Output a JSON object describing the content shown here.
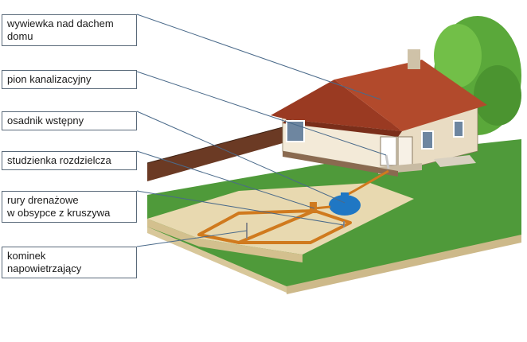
{
  "labels": {
    "vent": {
      "line1": "wywiewka nad dachem",
      "line2": "domu"
    },
    "sewer_riser": {
      "line1": "pion kanalizacyjny"
    },
    "settling_tank": {
      "line1": "osadnik wstępny"
    },
    "distribution_well": {
      "line1": "studzienka rozdzielcza"
    },
    "drain_pipes": {
      "line1": "rury drenażowe",
      "line2": "w obsypce z kruszywa"
    },
    "vent_stack": {
      "line1": "kominek",
      "line2": "napowietrzający"
    }
  },
  "colors": {
    "leader_line": "#4a6a8a",
    "roof": "#b24a2c",
    "wall": "#f3ead8",
    "lawn": "#4f9a3a",
    "soil": "#e8d9b0",
    "pipe": "#d07a1e",
    "tank": "#1f77c4",
    "fence": "#6b3a24",
    "tree": "#5aa83a"
  }
}
